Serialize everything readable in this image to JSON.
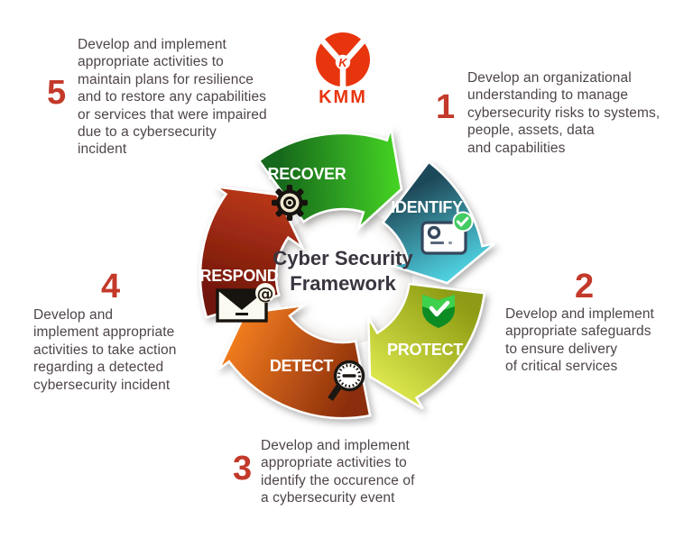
{
  "logo": {
    "letter": "K",
    "text": "KMM",
    "color": "#e8350e"
  },
  "title": {
    "line1": "Cyber Security",
    "line2": "Framework"
  },
  "colors": {
    "number": "#c3392a",
    "body_text": "#4e454a",
    "center_text": "#3b3540",
    "label_text": "#ffffff"
  },
  "segments": [
    {
      "id": "recover",
      "label": "RECOVER",
      "icon": "gear-icon",
      "color_from": "#17691e",
      "color_to": "#44d122",
      "number": "5"
    },
    {
      "id": "identify",
      "label": "IDENTIFY",
      "icon": "id-card-icon",
      "color_from": "#1f4a5a",
      "color_to": "#4fcfdf",
      "number": "1"
    },
    {
      "id": "protect",
      "label": "PROTECT",
      "icon": "shield-check-icon",
      "color_from": "#8d9b13",
      "color_to": "#d9e54a",
      "number": "2"
    },
    {
      "id": "detect",
      "label": "DETECT",
      "icon": "magnifier-icon",
      "color_from": "#8a2d0c",
      "color_to": "#ef7a1e",
      "number": "3"
    },
    {
      "id": "respond",
      "label": "RESPOND",
      "icon": "envelope-icon",
      "color_from": "#6f150b",
      "color_to": "#b73617",
      "number": "4"
    }
  ],
  "notes": [
    {
      "number": "1",
      "lines": [
        "Develop an organizational",
        "understanding to manage",
        "cybersecurity risks to systems,",
        "people, assets, data",
        "and capabilities"
      ]
    },
    {
      "number": "2",
      "lines": [
        "Develop and implement",
        "appropriate safeguards",
        "to ensure delivery",
        "of critical services"
      ]
    },
    {
      "number": "3",
      "lines": [
        "Develop and implement",
        "appropriate activities to",
        "identify the occurence of",
        "a cybersecurity event"
      ]
    },
    {
      "number": "4",
      "lines": [
        "Develop and",
        "implement appropriate",
        "activities to take action",
        "regarding a detected",
        "cybersecurity incident"
      ]
    },
    {
      "number": "5",
      "lines": [
        "Develop and implement",
        "appropriate activities to",
        "maintain plans for resilience",
        "and to restore any capabilities",
        "or services that were impaired",
        "due to a cybersecurity",
        "incident"
      ]
    }
  ]
}
